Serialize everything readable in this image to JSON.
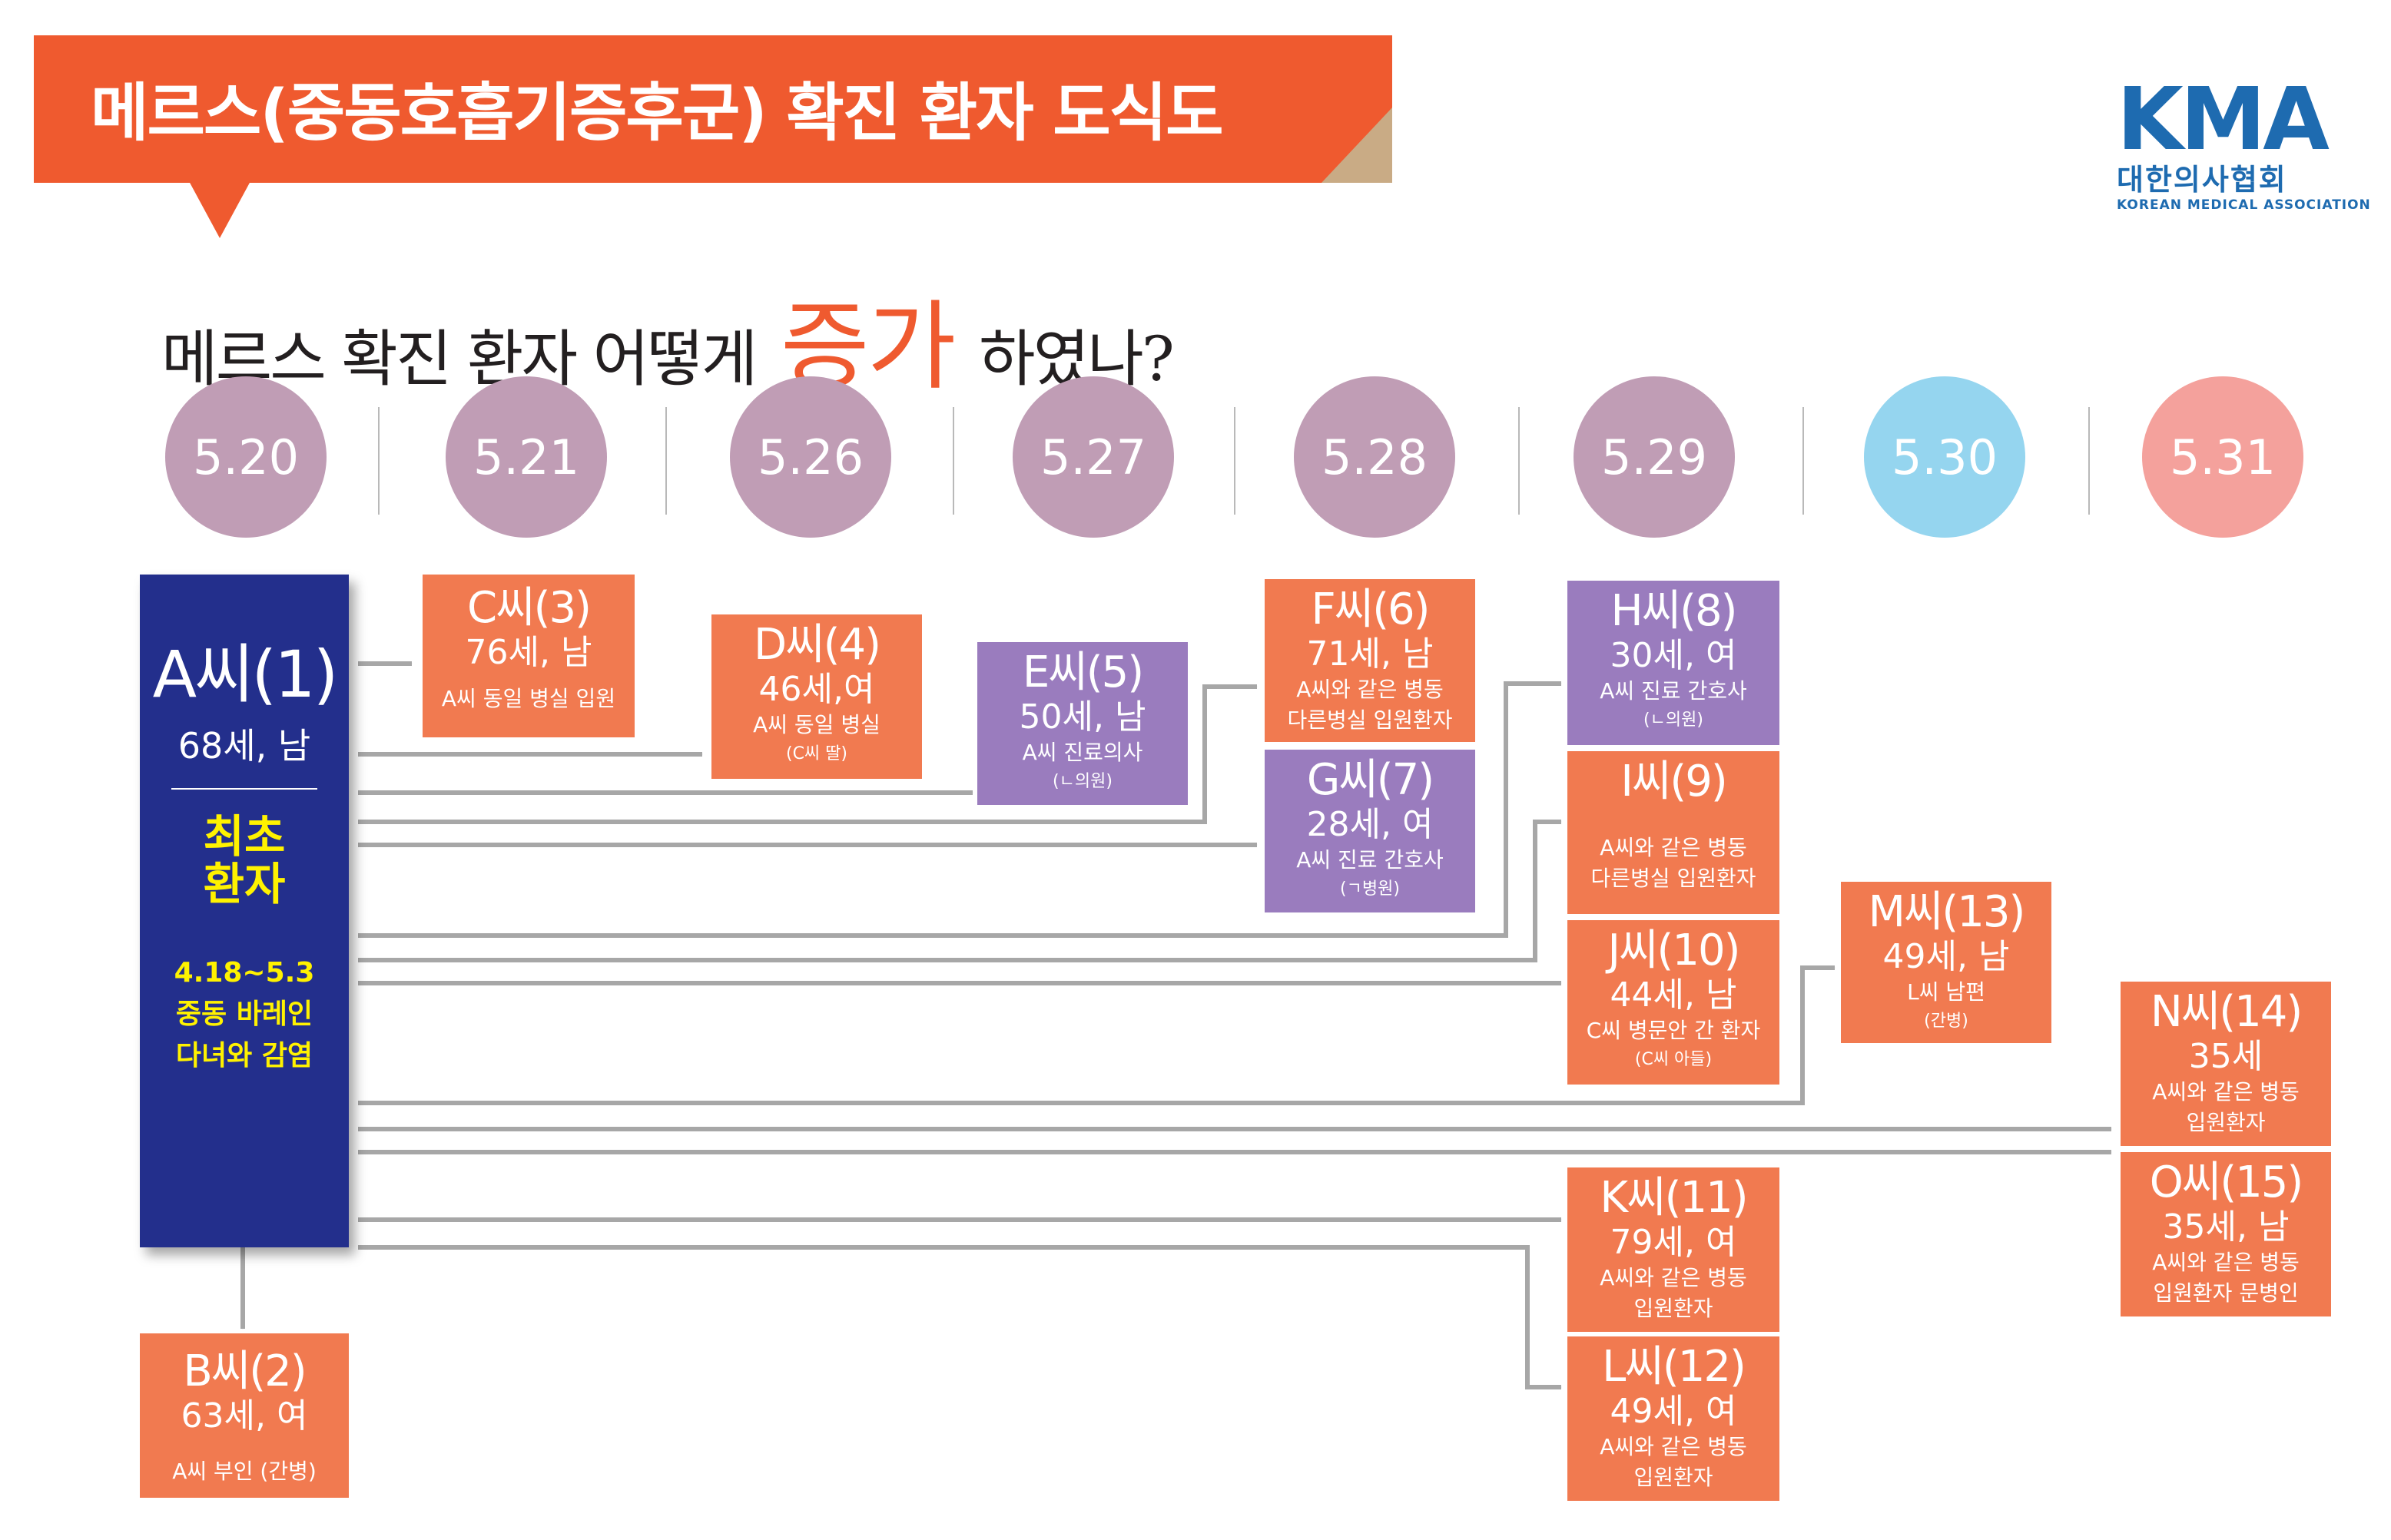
{
  "header": {
    "title": "메르스(중동호흡기증후군) 확진 환자 도식도",
    "question_before": "메르스 확진 환자 어떻게",
    "question_emphasis": "증가",
    "question_after": "하였나?"
  },
  "logo": {
    "mark": "KMA",
    "name_ko": "대한의사협회",
    "name_en": "KOREAN MEDICAL ASSOCIATION"
  },
  "colors": {
    "banner": "#ef5a2f",
    "date_default": "#c09db5",
    "date_530": "#95d5ef",
    "date_531": "#f4a19c",
    "patient_box": "#f17a50",
    "staff_box": "#9a7cbe",
    "index_patient": "#232f8c",
    "arrow": "#a7a7a7"
  },
  "dates": [
    "5.20",
    "5.21",
    "5.26",
    "5.27",
    "5.28",
    "5.29",
    "5.30",
    "5.31"
  ],
  "index_patient": {
    "name": "A씨(1)",
    "age": "68세, 남",
    "first_label_1": "최초",
    "first_label_2": "환자",
    "period": "4.18~5.3",
    "trip_1": "중동 바레인",
    "trip_2": "다녀와 감염"
  },
  "patients": {
    "b": {
      "name": "B씨(2)",
      "age": "63세, 여",
      "desc": "A씨 부인 (간병)"
    },
    "c": {
      "name": "C씨(3)",
      "age": "76세, 남",
      "desc": "A씨 동일 병실 입원"
    },
    "d": {
      "name": "D씨(4)",
      "age": "46세,여",
      "desc": "A씨 동일 병실",
      "note": "(C씨 딸)"
    },
    "e": {
      "name": "E씨(5)",
      "age": "50세, 남",
      "desc": "A씨 진료의사",
      "note": "(ㄴ의원)"
    },
    "f": {
      "name": "F씨(6)",
      "age": "71세, 남",
      "desc": "A씨와 같은 병동",
      "desc2": "다른병실 입원환자"
    },
    "g": {
      "name": "G씨(7)",
      "age": "28세, 여",
      "desc": "A씨 진료 간호사",
      "note": "(ㄱ병원)"
    },
    "h": {
      "name": "H씨(8)",
      "age": "30세, 여",
      "desc": "A씨 진료 간호사",
      "note": "(ㄴ의원)"
    },
    "i": {
      "name": "I씨(9)",
      "desc": "A씨와 같은 병동",
      "desc2": "다른병실 입원환자"
    },
    "j": {
      "name": "J씨(10)",
      "age": "44세, 남",
      "desc": "C씨 병문안 간 환자",
      "note": "(C씨 아들)"
    },
    "k": {
      "name": "K씨(11)",
      "age": "79세, 여",
      "desc": "A씨와 같은 병동",
      "desc2": "입원환자"
    },
    "l": {
      "name": "L씨(12)",
      "age": "49세, 여",
      "desc": "A씨와 같은 병동",
      "desc2": "입원환자"
    },
    "m": {
      "name": "M씨(13)",
      "age": "49세, 남",
      "desc": "L씨 남편",
      "note": "(간병)"
    },
    "n": {
      "name": "N씨(14)",
      "age": "35세",
      "desc": "A씨와 같은 병동",
      "desc2": "입원환자"
    },
    "o": {
      "name": "O씨(15)",
      "age": "35세, 남",
      "desc": "A씨와 같은 병동",
      "desc2": "입원환자 문병인"
    }
  }
}
